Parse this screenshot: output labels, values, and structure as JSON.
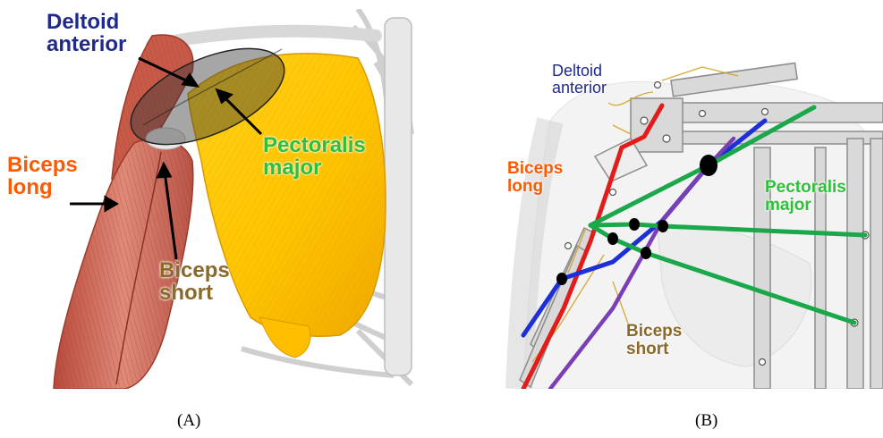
{
  "panel_a": {
    "caption": "(A)",
    "labels": {
      "deltoid_line1": "Deltoid",
      "deltoid_line2": "anterior",
      "biceps_long_line1": "Biceps",
      "biceps_long_line2": "long",
      "pectoralis_line1": "Pectoralis",
      "pectoralis_line2": "major",
      "biceps_short_line1": "Biceps",
      "biceps_short_line2": "short"
    }
  },
  "panel_b": {
    "caption": "(B)",
    "labels": {
      "deltoid_line1": "Deltoid",
      "deltoid_line2": "anterior",
      "biceps_long_line1": "Biceps",
      "biceps_long_line2": "long",
      "pectoralis_line1": "Pectoralis",
      "pectoralis_line2": "major",
      "biceps_short_line1": "Biceps",
      "biceps_short_line2": "short"
    }
  },
  "colors": {
    "deltoid_label": "#1f2a8c",
    "biceps_long_label": "#ff5a00",
    "pectoralis_label": "#2fbf3a",
    "biceps_short_label": "#8a6a2a",
    "red_line": "#e31b1b",
    "blue_line": "#1d2fd6",
    "green_line": "#1aa84a",
    "purple_line": "#7b3fb5"
  }
}
